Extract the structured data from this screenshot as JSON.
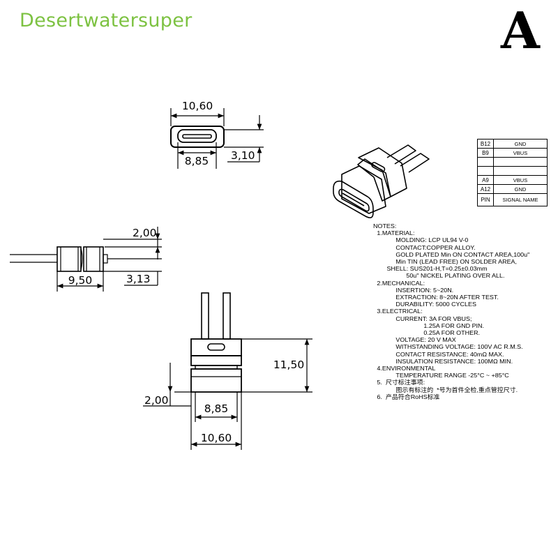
{
  "brand": {
    "name": "Desertwatersuper",
    "color": "#7dc242"
  },
  "variant_label": "A",
  "dimensions": {
    "front_width_outer": "10,60",
    "front_width_inner": "8,85",
    "front_height": "3,10",
    "side_height": "2,00",
    "side_length": "9,50",
    "side_body_height": "3,13",
    "top_height": "11,50",
    "top_offset": "2,00",
    "top_width_inner": "8,85",
    "top_width_outer": "10,60"
  },
  "pin_table": {
    "rows": [
      {
        "pin": "B12",
        "signal": "GND"
      },
      {
        "pin": "B9",
        "signal": "VBUS"
      },
      {
        "pin": "",
        "signal": ""
      },
      {
        "pin": "",
        "signal": ""
      },
      {
        "pin": "A9",
        "signal": "VBUS"
      },
      {
        "pin": "A12",
        "signal": "GND"
      },
      {
        "pin": "PIN",
        "signal": "SIGNAL NAME"
      }
    ]
  },
  "notes": [
    {
      "level": "l0",
      "text": "NOTES:"
    },
    {
      "level": "l1",
      "text": "1.MATERIAL:"
    },
    {
      "level": "l2",
      "text": "MOLDING: LCP UL94 V-0"
    },
    {
      "level": "l2",
      "text": "CONTACT:COPPER ALLOY."
    },
    {
      "level": "l2",
      "text": "GOLD PLATED Min ON CONTACT AREA,100u\""
    },
    {
      "level": "l2",
      "text": "Min TIN (LEAD FREE) ON SOLDER AREA,"
    },
    {
      "level": "l4",
      "text": "SHELL: SUS201-H,T=0.25±0.03mm"
    },
    {
      "level": "l2",
      "text": "      50u\" NICKEL PLATING OVER ALL."
    },
    {
      "level": "l1",
      "text": "2.MECHANICAL:"
    },
    {
      "level": "l2",
      "text": "INSERTION: 5~20N."
    },
    {
      "level": "l2",
      "text": "EXTRACTION: 8~20N AFTER TEST."
    },
    {
      "level": "l2",
      "text": "DURABILITY: 5000 CYCLES"
    },
    {
      "level": "l1",
      "text": "3.ELECTRICAL:"
    },
    {
      "level": "l2",
      "text": "CURRENT: 3A FOR VBUS;"
    },
    {
      "level": "l3",
      "text": "1.25A FOR GND PIN."
    },
    {
      "level": "l3",
      "text": "0.25A FOR OTHER."
    },
    {
      "level": "l2",
      "text": "VOLTAGE: 20 V MAX"
    },
    {
      "level": "l2",
      "text": "WITHSTANDING VOLTAGE: 100V AC R.M.S."
    },
    {
      "level": "l2",
      "text": "CONTACT RESISTANCE: 40mΩ MAX."
    },
    {
      "level": "l2",
      "text": "INSULATION RESISTANCE: 100MΩ MIN."
    },
    {
      "level": "l1",
      "text": "4.ENVIRONMENTAL"
    },
    {
      "level": "l2",
      "text": "TEMPERATURE RANGE -25°C ~ +85°C"
    },
    {
      "level": "l1",
      "text": "5.  尺寸标注事项:"
    },
    {
      "level": "l2",
      "text": "图示有标注的  *号为首件全检,重点管控尺寸."
    },
    {
      "level": "l1",
      "text": "6.  产品符合RoHS标准"
    }
  ]
}
